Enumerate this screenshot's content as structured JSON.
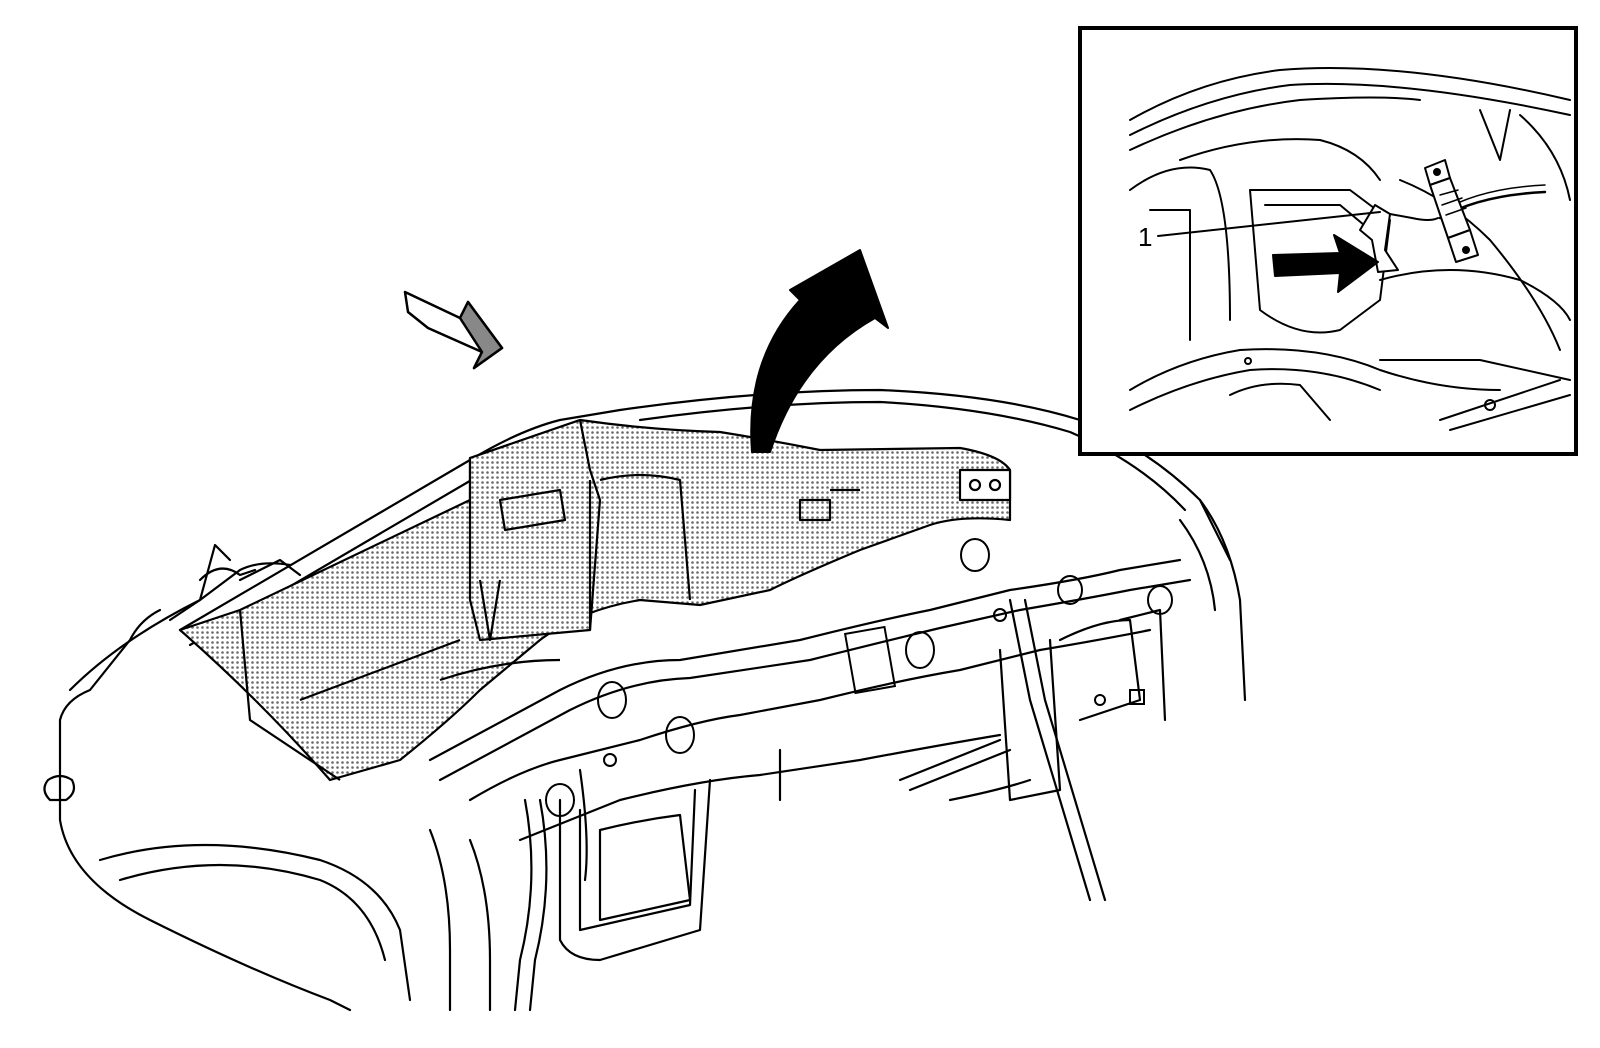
{
  "figure": {
    "callouts": [
      {
        "label": "1"
      }
    ]
  },
  "colors": {
    "line": "#000000",
    "background": "#ffffff",
    "shading": "#9a9a9a"
  },
  "icons": {
    "direction_arrow": "bold-right-arrow",
    "removal_arrow": "curved-up-arrow",
    "view_arrow": "block-arrow"
  }
}
